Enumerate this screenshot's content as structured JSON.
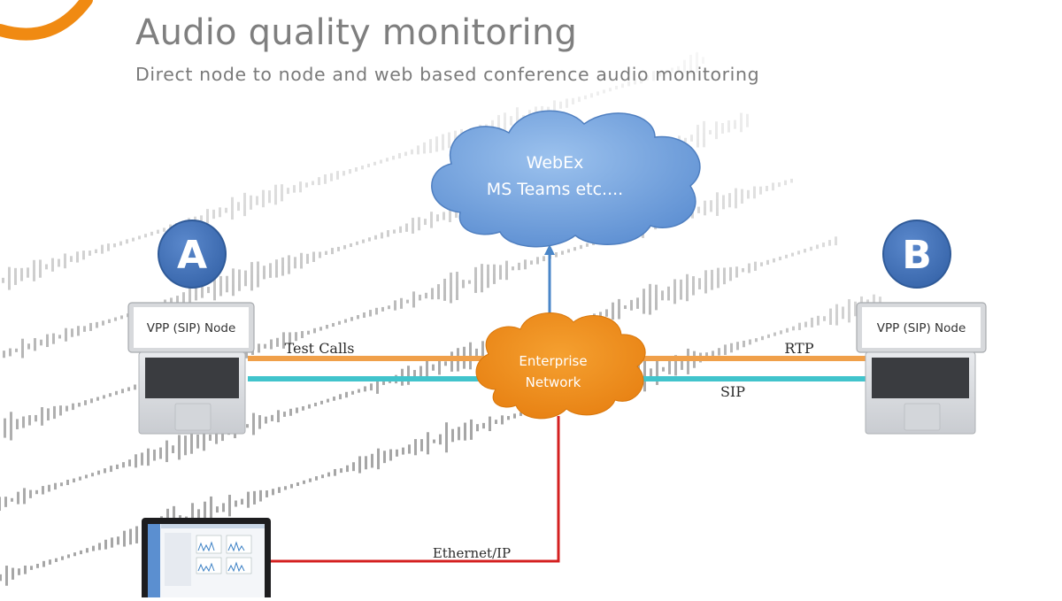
{
  "header": {
    "title": "Audio quality monitoring",
    "subtitle": "Direct node to node and web based conference audio monitoring"
  },
  "cloud": {
    "line1": "WebEx",
    "line2": "MS Teams etc...."
  },
  "network": {
    "line1": "Enterprise",
    "line2": "Network"
  },
  "nodes": [
    {
      "badge": "A",
      "label": "VPP (SIP) Node"
    },
    {
      "badge": "B",
      "label": "VPP (SIP) Node"
    }
  ],
  "links": {
    "test_calls": "Test Calls",
    "rtp": "RTP",
    "sip": "SIP",
    "ethernet": "Ethernet/IP"
  },
  "colors": {
    "orange_link": "#f0a04a",
    "teal_link": "#41c4cc",
    "red_link": "#d42020",
    "blue_link": "#4a86c8",
    "cloud_blue": "#6b9fdc",
    "network_orange": "#ef8a13",
    "badge_blue": "#3f6fb3"
  }
}
